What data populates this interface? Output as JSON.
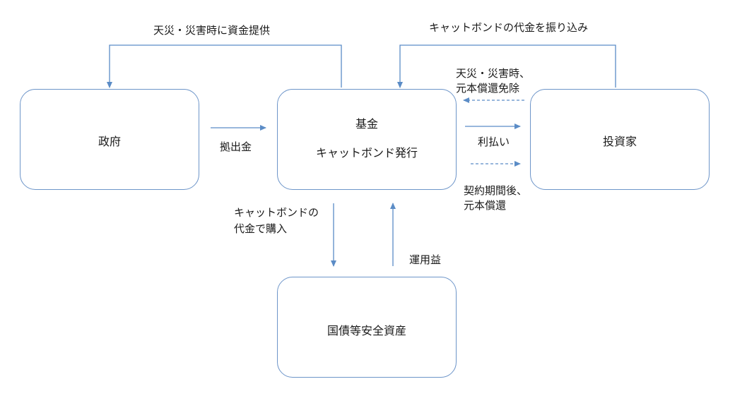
{
  "nodes": {
    "government": "政府",
    "fund_title": "基金",
    "fund_subtitle": "キャットボンド発行",
    "investor": "投資家",
    "bonds": "国債等安全資産"
  },
  "flows": {
    "disaster_funding": "天災・災害時に資金提供",
    "investor_payment": "キャットボンドの代金を振り込み",
    "contribution": "拠出金",
    "interest": "利払い",
    "disaster_exemption_1": "天災・災害時、",
    "disaster_exemption_2": "元本償還免除",
    "maturity_1": "契約期間後、",
    "maturity_2": "元本償還",
    "purchase_1": "キャットボンドの",
    "purchase_2": "代金で購入",
    "returns": "運用益"
  },
  "colors": {
    "box_border": "#6d95c9",
    "arrow": "#5b8cc6"
  }
}
